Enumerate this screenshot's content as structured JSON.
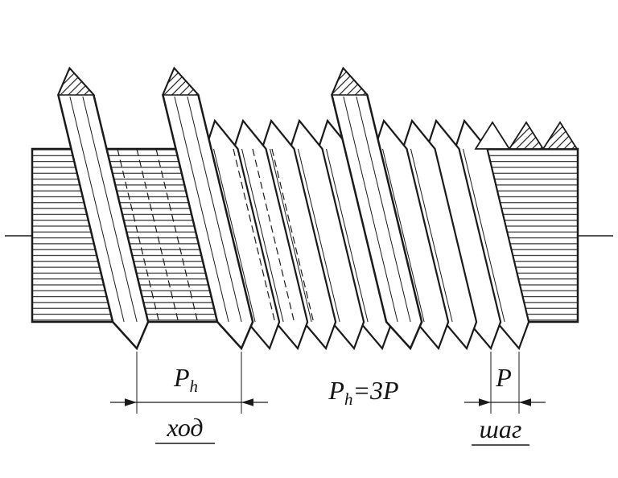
{
  "figure": {
    "bg": "#ffffff",
    "ink": "#1a1a1a",
    "dim_lead": {
      "symbol": "P",
      "sub": "h",
      "caption": "ход"
    },
    "relation": {
      "symbol": "P",
      "sub": "h",
      "rest": "=3P"
    },
    "dim_pitch": {
      "symbol": "P",
      "caption": "шаг"
    }
  }
}
